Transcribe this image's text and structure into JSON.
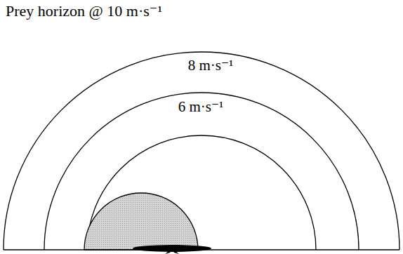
{
  "diagram": {
    "labels": [
      "Prey horizon @ 10 m·s⁻¹",
      "8 m·s⁻¹",
      "6 m·s⁻¹"
    ]
  }
}
